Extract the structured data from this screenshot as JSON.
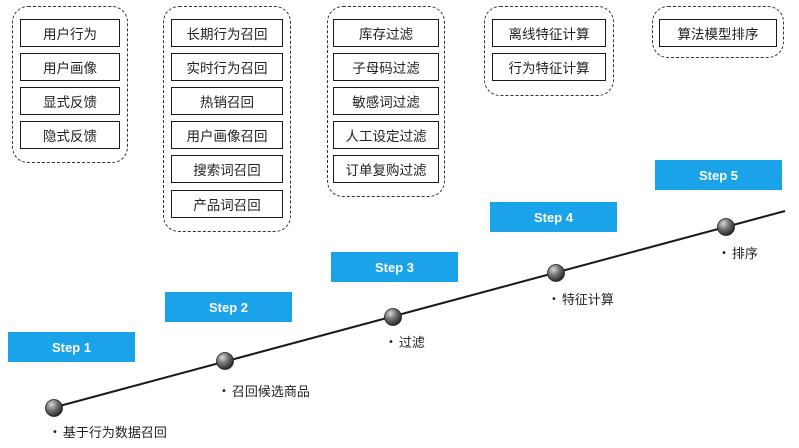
{
  "groups": [
    {
      "items": [
        "用户行为",
        "用户画像",
        "显式反馈",
        "隐式反馈"
      ]
    },
    {
      "items": [
        "长期行为召回",
        "实时行为召回",
        "热销召回",
        "用户画像召回",
        "搜索词召回",
        "产品词召回"
      ]
    },
    {
      "items": [
        "库存过滤",
        "子母码过滤",
        "敏感词过滤",
        "人工设定过滤",
        "订单复购过滤"
      ]
    },
    {
      "items": [
        "离线特征计算",
        "行为特征计算"
      ]
    },
    {
      "items": [
        "算法模型排序"
      ]
    }
  ],
  "steps": [
    "Step 1",
    "Step 2",
    "Step 3",
    "Step 4",
    "Step 5"
  ],
  "milestones": [
    "基于行为数据召回",
    "召回候选商品",
    "过滤",
    "特征计算",
    "排序"
  ],
  "colors": {
    "step_fill": "#1aa3e8",
    "border": "#1a1a1a",
    "line": "#1a1a1a"
  }
}
